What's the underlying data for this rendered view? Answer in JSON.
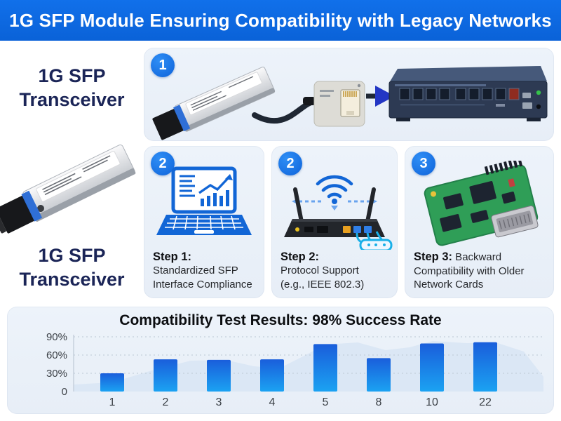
{
  "header": {
    "title": "1G SFP Module Ensuring Compatibility with Legacy Networks"
  },
  "sidebar": {
    "top_label": "1G SFP\nTransceiver",
    "bottom_label": "1G SFP\nTransceiver"
  },
  "diagram_panel": {
    "badge": "1"
  },
  "steps": [
    {
      "badge": "2",
      "title": "Step 1:",
      "description": "Standardized SFP\nInterface Compliance"
    },
    {
      "badge": "2",
      "title": "Step 2:",
      "description": "Protocol Support\n(e.g., IEEE 802.3)"
    },
    {
      "badge": "3",
      "title": "Step 3:",
      "description": " Backward Compatibility with Older Network Cards"
    }
  ],
  "chart_data": {
    "type": "bar",
    "title": "Compatibility Test Results: 98% Success Rate",
    "categories": [
      "1",
      "2",
      "3",
      "4",
      "5",
      "8",
      "10",
      "22"
    ],
    "values": [
      30,
      53,
      52,
      53,
      78,
      55,
      79,
      81
    ],
    "xlabel": "",
    "ylabel": "",
    "ylim": [
      0,
      100
    ],
    "yticks": [
      {
        "label": "90%",
        "value": 90
      },
      {
        "label": "60%",
        "value": 60
      },
      {
        "label": "30%",
        "value": 30
      },
      {
        "label": "0",
        "value": 0
      }
    ],
    "grid": true,
    "legend": false,
    "bar_gradient_top": "#1a5edb",
    "bar_gradient_bottom": "#1ba2f2",
    "area_silhouette_color": "#d9e6f4"
  },
  "colors": {
    "header_blue": "#0d6ce4",
    "badge_blue": "#1173e8",
    "navy_text": "#1b2557",
    "panel_bg": "#eaf0f8",
    "icon_blue": "#1266d6"
  }
}
